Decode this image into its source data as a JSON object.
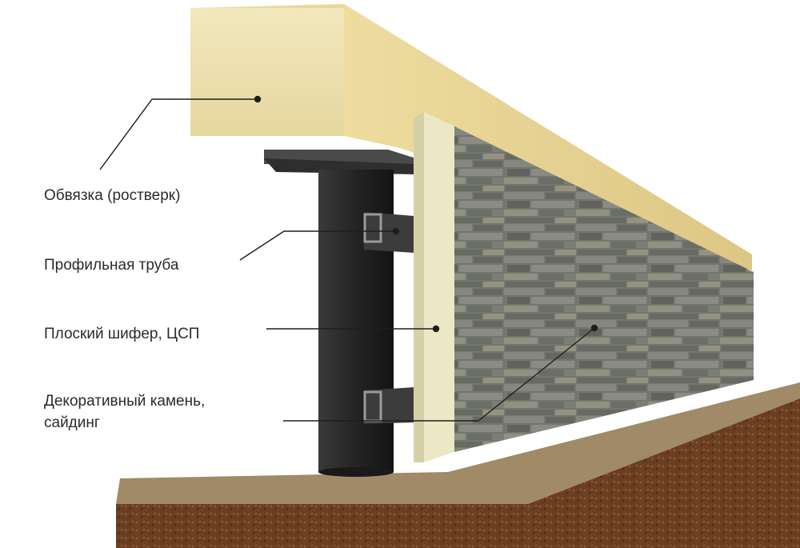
{
  "labels": {
    "strapping": "Обвязка (ростверк)",
    "profile_pipe": "Профильная труба",
    "flat_slate": "Плоский шифер, ЦСП",
    "decor_stone_line1": "Декоративный камень,",
    "decor_stone_line2": "сайдинг"
  },
  "colors": {
    "beam_front": "#efe4b4",
    "beam_top": "#e8d79a",
    "beam_side": "#e3d08e",
    "pile": "#2c2c2c",
    "bracket": "#3a3a3a",
    "slate_board": "#ece8c6",
    "stone_base": "#7b7e77",
    "ground_top": "#a08a67",
    "soil": "#6a3f22",
    "leader_line": "#1e1e1e"
  }
}
